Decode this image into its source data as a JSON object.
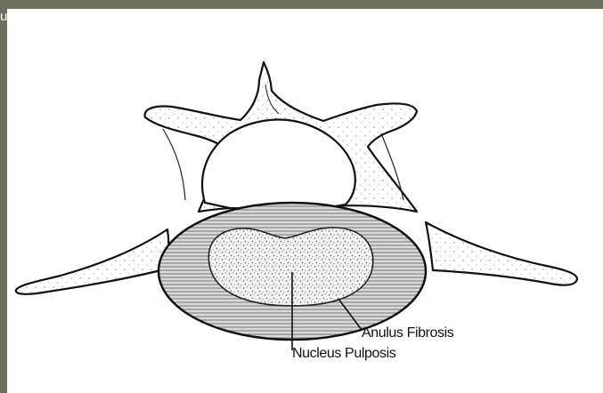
{
  "page": {
    "stray_text": "u",
    "background_color": "#6e6f5e",
    "canvas_color": "#ffffff"
  },
  "diagram": {
    "labels": {
      "anulus": "Anulus Fibrosis",
      "nucleus": "Nucleus Pulposis"
    },
    "line_color": "#111111"
  }
}
